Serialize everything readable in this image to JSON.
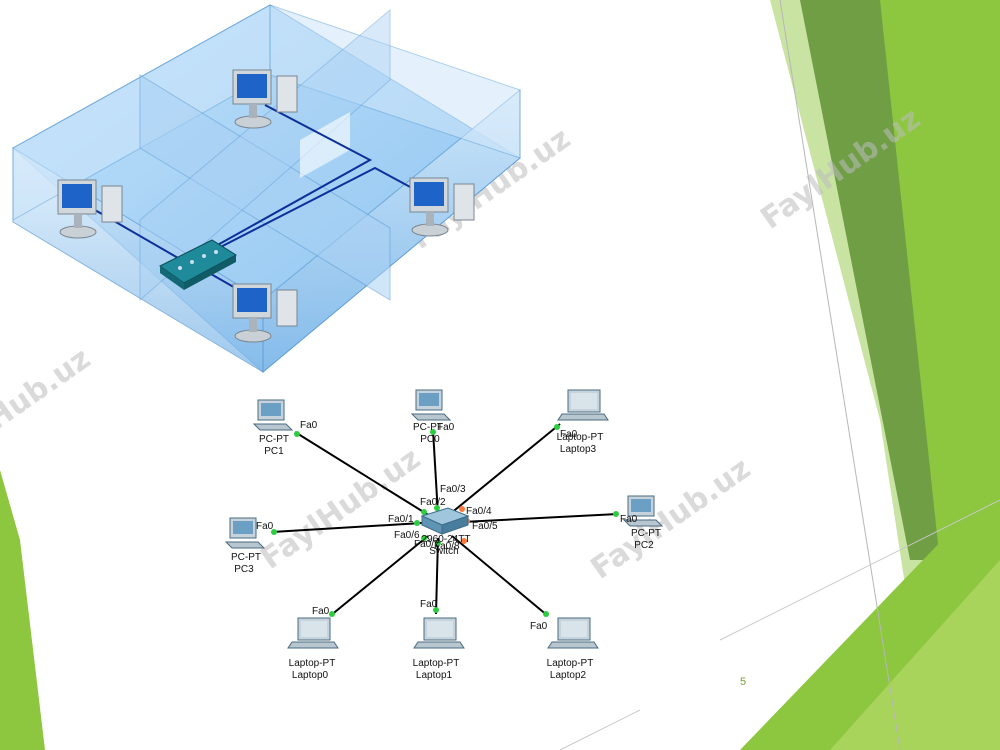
{
  "slide": {
    "number": "5",
    "watermark": "FaylHub.uz",
    "accent_colors": {
      "dark_green": "#5f8f3e",
      "mid_green": "#8dc63f",
      "light_green": "#c5e0a0"
    }
  },
  "topology": {
    "switch": {
      "model": "2960-24TT",
      "name": "Switch"
    },
    "devices": [
      {
        "id": "pc0",
        "type": "PC-PT",
        "name": "PC0",
        "port": "Fa0",
        "switch_port": "Fa0/3"
      },
      {
        "id": "pc1",
        "type": "PC-PT",
        "name": "PC1",
        "port": "Fa0",
        "switch_port": "Fa0/2"
      },
      {
        "id": "laptop3",
        "type": "Laptop-PT",
        "name": "Laptop3",
        "port": "Fa0",
        "switch_port": "Fa0/4"
      },
      {
        "id": "pc3",
        "type": "PC-PT",
        "name": "PC3",
        "port": "Fa0",
        "switch_port": "Fa0/1"
      },
      {
        "id": "pc2",
        "type": "PC-PT",
        "name": "PC2",
        "port": "Fa0",
        "switch_port": "Fa0/5"
      },
      {
        "id": "laptop0",
        "type": "Laptop-PT",
        "name": "Laptop0",
        "port": "Fa0",
        "switch_port": "Fa0/6"
      },
      {
        "id": "laptop1",
        "type": "Laptop-PT",
        "name": "Laptop1",
        "port": "Fa0",
        "switch_port": "Fa0/7"
      },
      {
        "id": "laptop2",
        "type": "Laptop-PT",
        "name": "Laptop2",
        "port": "Fa0",
        "switch_port": "Fa0/8"
      }
    ]
  }
}
